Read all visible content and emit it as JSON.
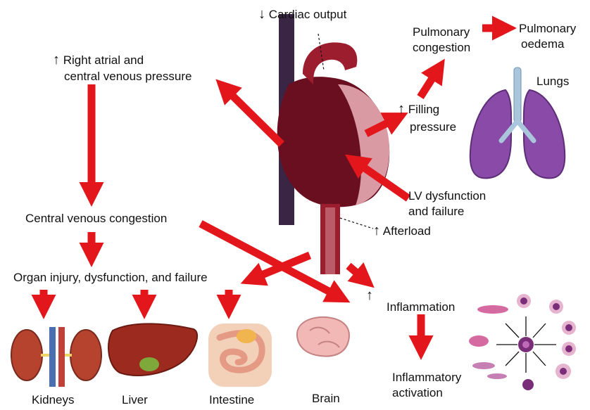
{
  "symbols": {
    "up": "↑",
    "down": "↓"
  },
  "labels": {
    "cardiac_output": "Cardiac output",
    "right_atrial_line1": "Right atrial and",
    "right_atrial_line2": "central venous pressure",
    "pulmonary_congestion_line1": "Pulmonary",
    "pulmonary_congestion_line2": "congestion",
    "pulmonary_oedema_line1": "Pulmonary",
    "pulmonary_oedema_line2": "oedema",
    "lungs": "Lungs",
    "filling_line1": "Filling",
    "filling_line2": "pressure",
    "lv_line1": "LV dysfunction",
    "lv_line2": "and failure",
    "afterload": "Afterload",
    "central_venous_congestion": "Central venous congestion",
    "organ_injury": "Organ injury, dysfunction, and failure",
    "inflammation": "Inflammation",
    "inflammatory_line1": "Inflammatory",
    "inflammatory_line2": "activation",
    "kidneys": "Kidneys",
    "liver": "Liver",
    "intestine": "Intestine",
    "brain": "Brain"
  },
  "colors": {
    "arrow": "#e3161b",
    "heart_dark": "#6a0f1f",
    "heart_mid": "#9c1d2e",
    "heart_pink": "#d99aa3",
    "vein_navy": "#3a2545",
    "lung_purple": "#8a4aa8",
    "trachea_blue": "#a9c6dc",
    "kidney": "#b5432e",
    "liver": "#9c2a1e",
    "gallbladder": "#7fa83a",
    "intestine": "#e59a86",
    "brain": "#f1b8b5",
    "cell_purple": "#7a2e7a",
    "cell_pink": "#e6b4cf"
  }
}
